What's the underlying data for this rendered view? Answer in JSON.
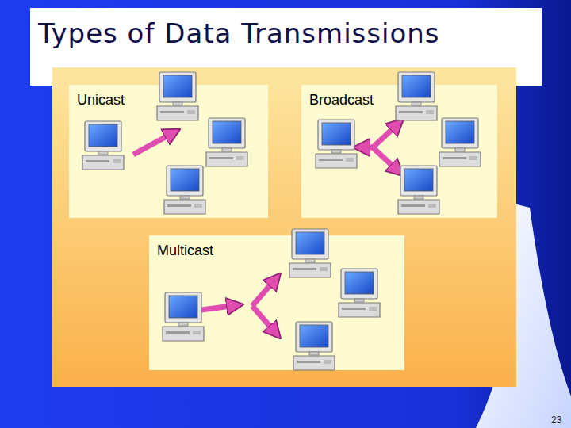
{
  "diagram": {
    "title": "Types of Data Transmissions",
    "nodes": [
      {
        "text": [
          "Unicast"
        ]
      },
      {
        "text": [
          "Broadcast"
        ]
      },
      {
        "text": [
          "Multicast"
        ]
      }
    ],
    "labels": [
      "23"
    ]
  }
}
